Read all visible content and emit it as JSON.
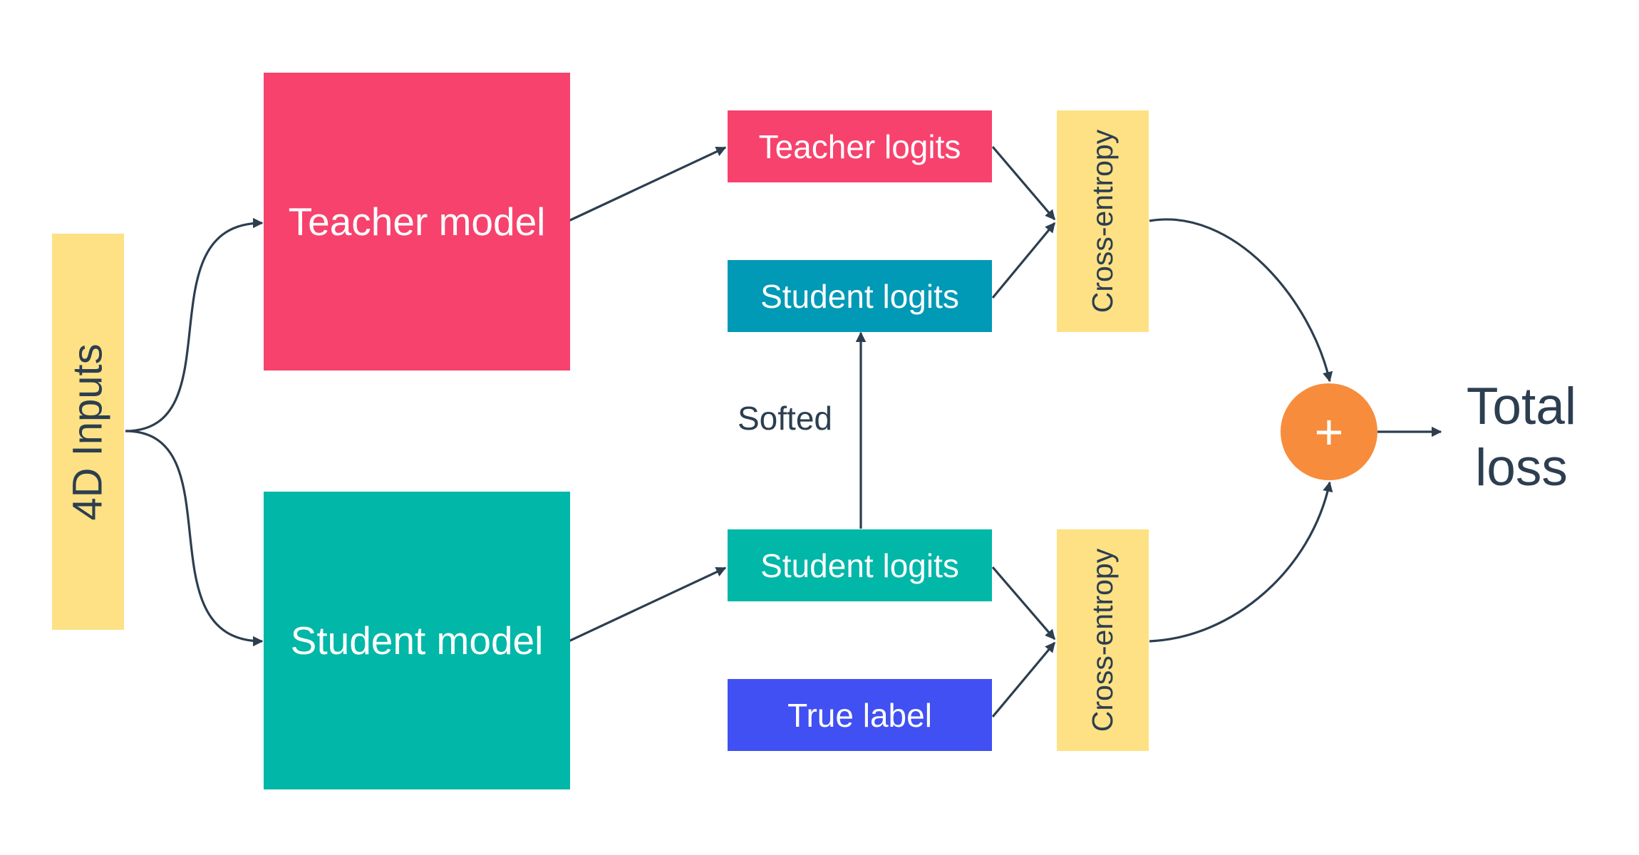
{
  "inputs_label": "4D Inputs",
  "teacher_model": "Teacher model",
  "student_model": "Student model",
  "teacher_logits": "Teacher logits",
  "student_logits_soft": "Student logits",
  "student_logits": "Student logits",
  "true_label": "True label",
  "softed_label": "Softed",
  "cross_entropy_top": "Cross-entropy",
  "cross_entropy_bottom": "Cross-entropy",
  "plus_symbol": "+",
  "total_loss_line1": "Total",
  "total_loss_line2": "loss",
  "colors": {
    "teacher": "#f7426d",
    "student": "#00b7a8",
    "student_logits_soft": "#0099b6",
    "true_label": "#4050f2",
    "input_box": "#fde184",
    "plus_circle": "#f78c3c",
    "lines": "#2c3e50"
  }
}
